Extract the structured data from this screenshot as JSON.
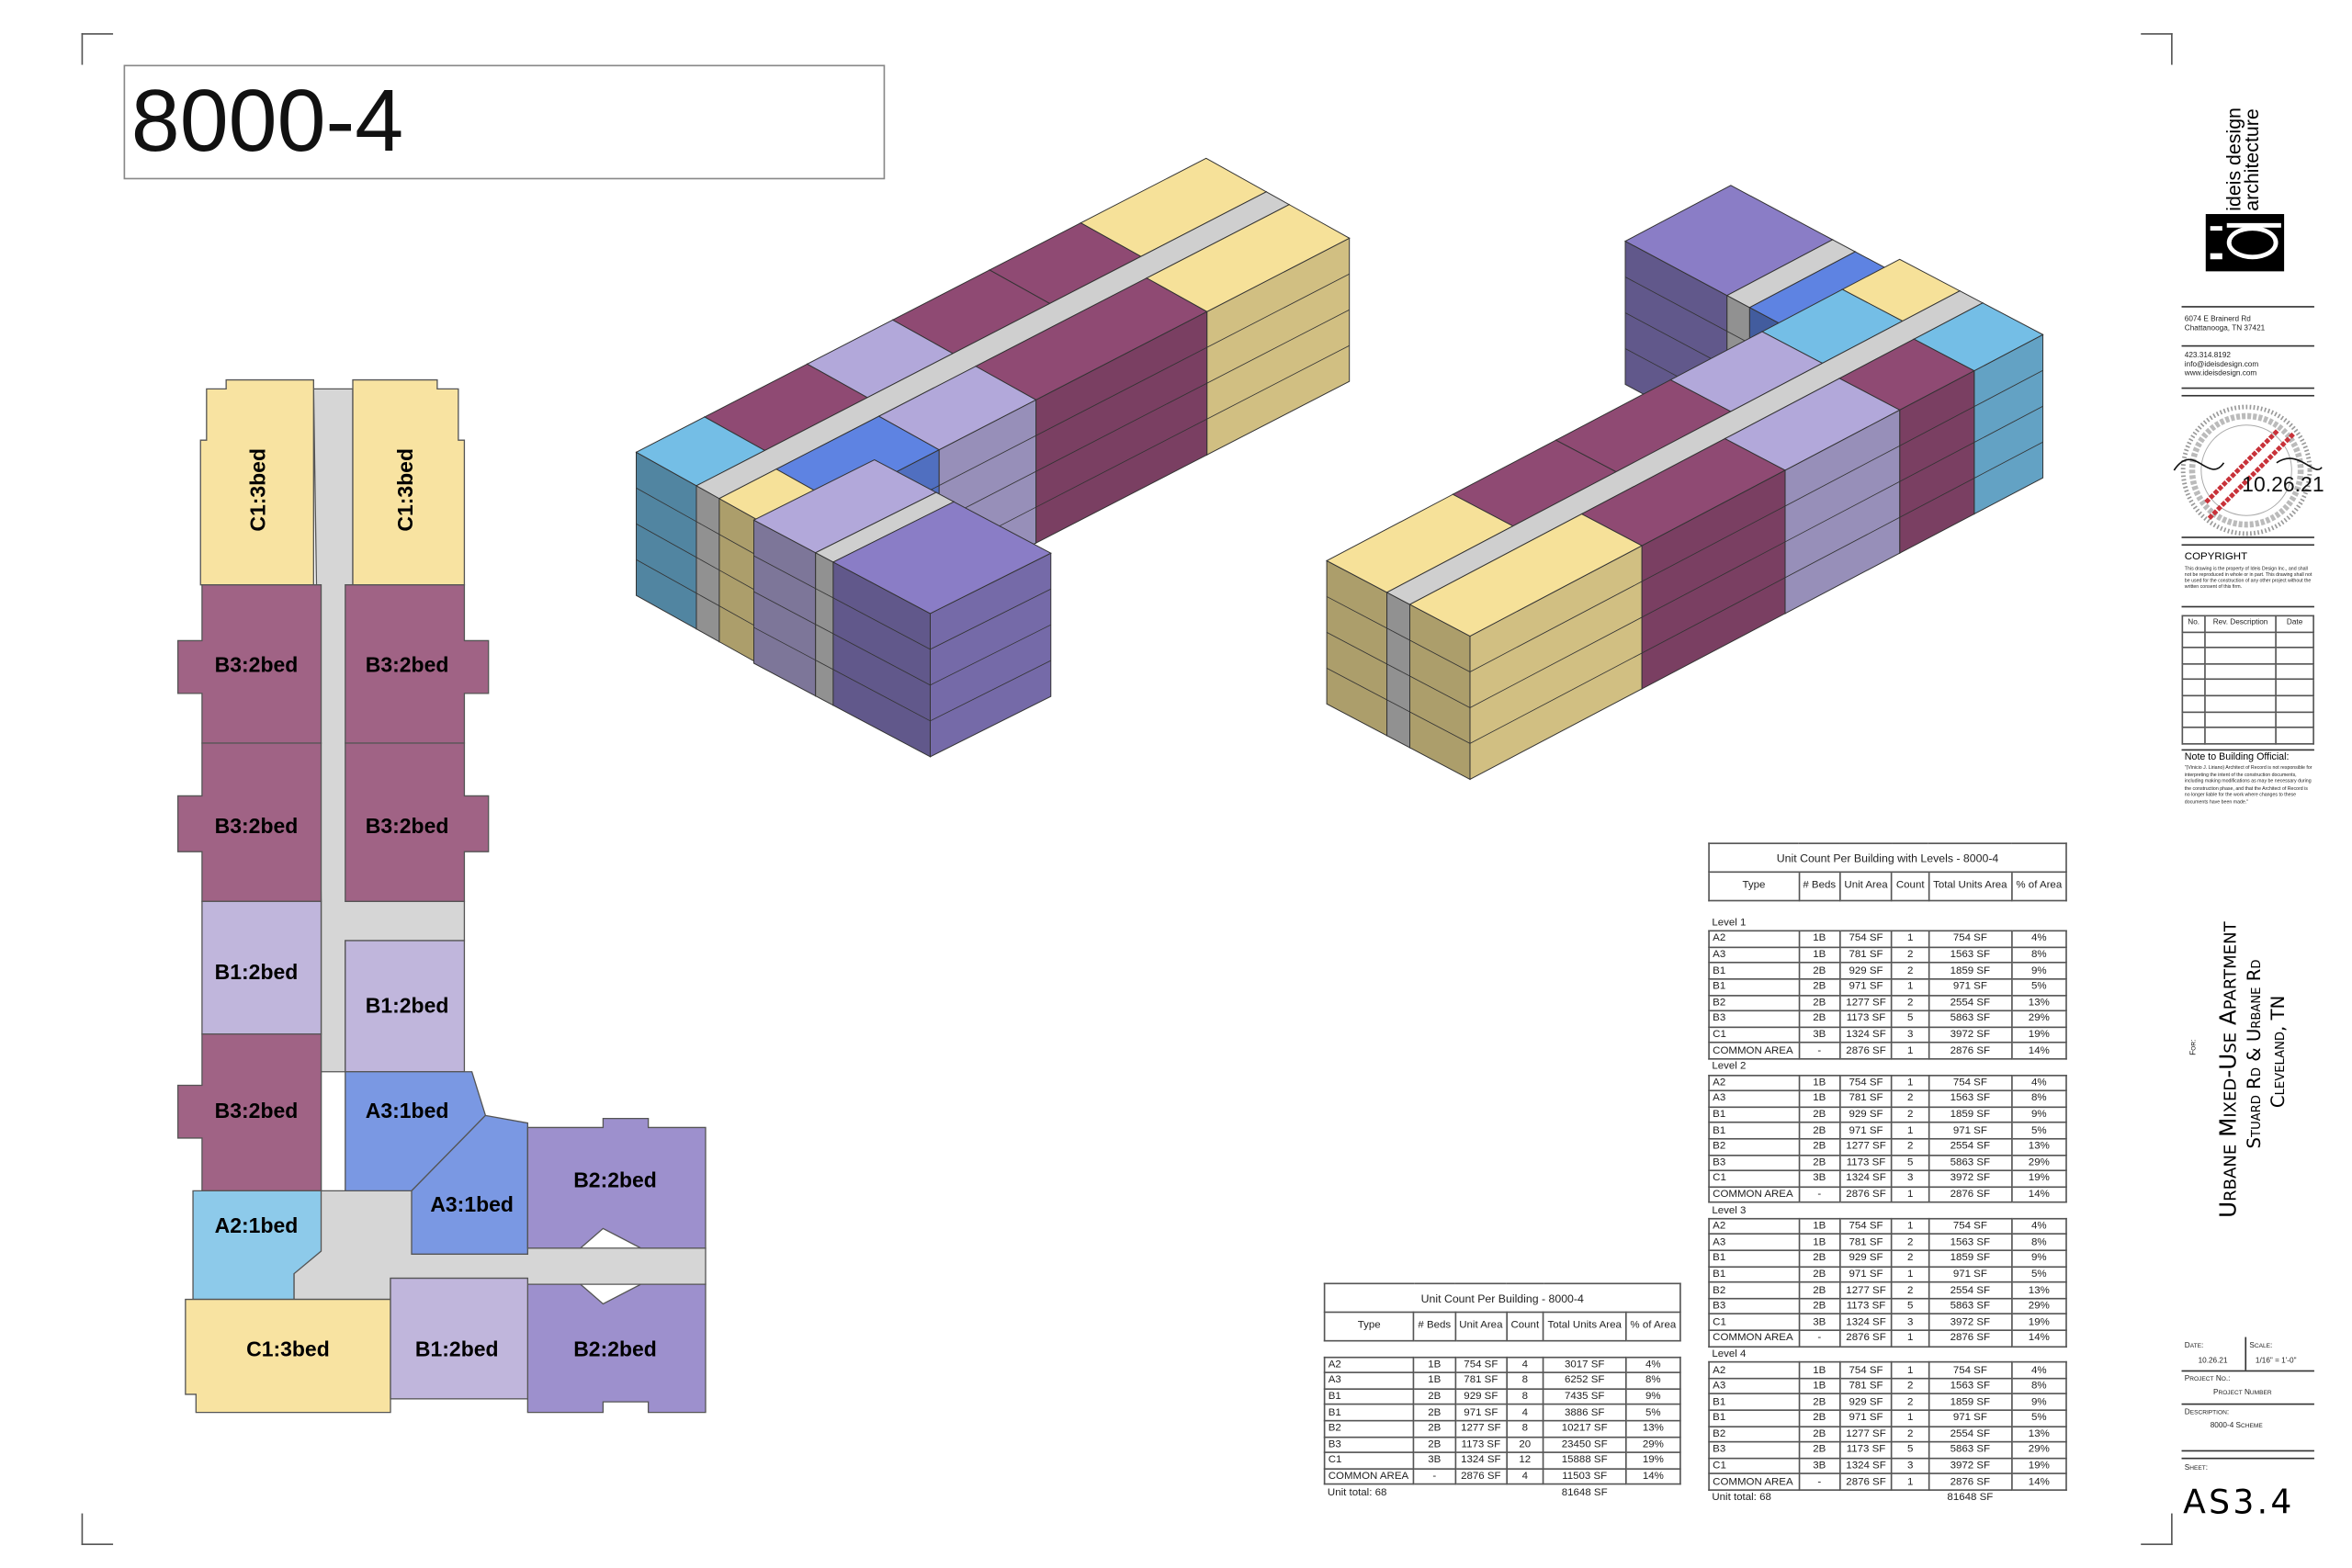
{
  "sheet_title": "8000-4",
  "colors": {
    "c1_yellow": "#f8e3a1",
    "b3_mauve": "#a06385",
    "b1_lavender": "#c0b6dc",
    "b2_purple": "#9d90cd",
    "a3_blue": "#7a98e3",
    "a2_lightblue": "#8dcaea",
    "corridor_gray": "#d6d6d6",
    "stamp_red": "#c8323a"
  },
  "floor_plan": {
    "units": [
      {
        "label": "C1:3bed"
      },
      {
        "label": "C1:3bed"
      },
      {
        "label": "B3:2bed"
      },
      {
        "label": "B3:2bed"
      },
      {
        "label": "B3:2bed"
      },
      {
        "label": "B3:2bed"
      },
      {
        "label": "B1:2bed"
      },
      {
        "label": "B1:2bed"
      },
      {
        "label": "B3:2bed"
      },
      {
        "label": "A3:1bed"
      },
      {
        "label": "A3:1bed"
      },
      {
        "label": "B2:2bed"
      },
      {
        "label": "A2:1bed"
      },
      {
        "label": "C1:3bed"
      },
      {
        "label": "B1:2bed"
      },
      {
        "label": "B2:2bed"
      }
    ]
  },
  "table_levels": {
    "title": "Unit Count Per Building with Levels - 8000-4",
    "headers": [
      "Type",
      "# Beds",
      "Unit Area",
      "Count",
      "Total Units Area",
      "% of Area"
    ],
    "levels": [
      {
        "name": "Level 1",
        "rows": [
          [
            "A2",
            "1B",
            "754 SF",
            "1",
            "754 SF",
            "4%"
          ],
          [
            "A3",
            "1B",
            "781 SF",
            "2",
            "1563 SF",
            "8%"
          ],
          [
            "B1",
            "2B",
            "929 SF",
            "2",
            "1859 SF",
            "9%"
          ],
          [
            "B1",
            "2B",
            "971 SF",
            "1",
            "971 SF",
            "5%"
          ],
          [
            "B2",
            "2B",
            "1277 SF",
            "2",
            "2554 SF",
            "13%"
          ],
          [
            "B3",
            "2B",
            "1173 SF",
            "5",
            "5863 SF",
            "29%"
          ],
          [
            "C1",
            "3B",
            "1324 SF",
            "3",
            "3972 SF",
            "19%"
          ],
          [
            "COMMON AREA",
            "-",
            "2876 SF",
            "1",
            "2876 SF",
            "14%"
          ]
        ]
      },
      {
        "name": "Level 2",
        "rows": [
          [
            "A2",
            "1B",
            "754 SF",
            "1",
            "754 SF",
            "4%"
          ],
          [
            "A3",
            "1B",
            "781 SF",
            "2",
            "1563 SF",
            "8%"
          ],
          [
            "B1",
            "2B",
            "929 SF",
            "2",
            "1859 SF",
            "9%"
          ],
          [
            "B1",
            "2B",
            "971 SF",
            "1",
            "971 SF",
            "5%"
          ],
          [
            "B2",
            "2B",
            "1277 SF",
            "2",
            "2554 SF",
            "13%"
          ],
          [
            "B3",
            "2B",
            "1173 SF",
            "5",
            "5863 SF",
            "29%"
          ],
          [
            "C1",
            "3B",
            "1324 SF",
            "3",
            "3972 SF",
            "19%"
          ],
          [
            "COMMON AREA",
            "-",
            "2876 SF",
            "1",
            "2876 SF",
            "14%"
          ]
        ]
      },
      {
        "name": "Level 3",
        "rows": [
          [
            "A2",
            "1B",
            "754 SF",
            "1",
            "754 SF",
            "4%"
          ],
          [
            "A3",
            "1B",
            "781 SF",
            "2",
            "1563 SF",
            "8%"
          ],
          [
            "B1",
            "2B",
            "929 SF",
            "2",
            "1859 SF",
            "9%"
          ],
          [
            "B1",
            "2B",
            "971 SF",
            "1",
            "971 SF",
            "5%"
          ],
          [
            "B2",
            "2B",
            "1277 SF",
            "2",
            "2554 SF",
            "13%"
          ],
          [
            "B3",
            "2B",
            "1173 SF",
            "5",
            "5863 SF",
            "29%"
          ],
          [
            "C1",
            "3B",
            "1324 SF",
            "3",
            "3972 SF",
            "19%"
          ],
          [
            "COMMON AREA",
            "-",
            "2876 SF",
            "1",
            "2876 SF",
            "14%"
          ]
        ]
      },
      {
        "name": "Level 4",
        "rows": [
          [
            "A2",
            "1B",
            "754 SF",
            "1",
            "754 SF",
            "4%"
          ],
          [
            "A3",
            "1B",
            "781 SF",
            "2",
            "1563 SF",
            "8%"
          ],
          [
            "B1",
            "2B",
            "929 SF",
            "2",
            "1859 SF",
            "9%"
          ],
          [
            "B1",
            "2B",
            "971 SF",
            "1",
            "971 SF",
            "5%"
          ],
          [
            "B2",
            "2B",
            "1277 SF",
            "2",
            "2554 SF",
            "13%"
          ],
          [
            "B3",
            "2B",
            "1173 SF",
            "5",
            "5863 SF",
            "29%"
          ],
          [
            "C1",
            "3B",
            "1324 SF",
            "3",
            "3972 SF",
            "19%"
          ],
          [
            "COMMON AREA",
            "-",
            "2876 SF",
            "1",
            "2876 SF",
            "14%"
          ]
        ]
      }
    ],
    "unit_total": "Unit total: 68",
    "area_total": "81648 SF"
  },
  "table_building": {
    "title": "Unit Count Per Building - 8000-4",
    "headers": [
      "Type",
      "# Beds",
      "Unit Area",
      "Count",
      "Total Units Area",
      "% of Area"
    ],
    "rows": [
      [
        "A2",
        "1B",
        "754 SF",
        "4",
        "3017 SF",
        "4%"
      ],
      [
        "A3",
        "1B",
        "781 SF",
        "8",
        "6252 SF",
        "8%"
      ],
      [
        "B1",
        "2B",
        "929 SF",
        "8",
        "7435 SF",
        "9%"
      ],
      [
        "B1",
        "2B",
        "971 SF",
        "4",
        "3886 SF",
        "5%"
      ],
      [
        "B2",
        "2B",
        "1277 SF",
        "8",
        "10217 SF",
        "13%"
      ],
      [
        "B3",
        "2B",
        "1173 SF",
        "20",
        "23450 SF",
        "29%"
      ],
      [
        "C1",
        "3B",
        "1324 SF",
        "12",
        "15888 SF",
        "19%"
      ],
      [
        "COMMON AREA",
        "-",
        "2876 SF",
        "4",
        "11503 SF",
        "14%"
      ]
    ],
    "unit_total": "Unit total: 68",
    "area_total": "81648 SF"
  },
  "title_block": {
    "firm_name_line1": "ideis design",
    "firm_name_line2": "architecture",
    "logo_text": "id",
    "address_line1": "6074 E Brainerd Rd",
    "address_line2": "Chattanooga, TN 37421",
    "phone": "423.314.8192",
    "email": "info@ideisdesign.com",
    "website": "www.ideisdesign.com",
    "stamp_text": "VINICIO J. LIRIANO REGISTERED ARCHITECT STATE OF TENNESSEE No. 103696",
    "stamp_overlay": "PRELIMINARY NOT FOR CONSTRUCTION",
    "stamp_status": "PROJECT STATUS",
    "stamp_date": "10.26.21",
    "copyright_heading": "COPYRIGHT",
    "copyright_text": "This drawing is the property of Ideis Design Inc., and shall not be reproduced in whole or in part. This drawing shall not be used for the construction of any other project without the written consent of this firm.",
    "rev_headers": [
      "No.",
      "Rev. Description",
      "Date"
    ],
    "note_heading": "Note to Building Official:",
    "note_text": "\"(Vinicio J. Liriano) Architect of Record is not responsible for interpreting the intent of the construction documents, including making modifications as may be necessary during the construction phase, and that the Architect of Record is no longer liable for the work where changes to these documents have been made.\"",
    "for_label": "For:",
    "project_name": "Urbane Mixed-Use Apartment",
    "project_location1": "Stuard Rd & Urbane Rd",
    "project_location2": "Cleveland, TN",
    "date_label": "Date:",
    "date_value": "10.26.21",
    "scale_label": "Scale:",
    "scale_value": "1/16\" = 1'-0\"",
    "project_no_label": "Project No.:",
    "project_no_value": "Project Number",
    "description_label": "Description:",
    "description_value": "8000-4 Scheme",
    "sheet_label": "Sheet:",
    "sheet_value": "AS3.4"
  }
}
